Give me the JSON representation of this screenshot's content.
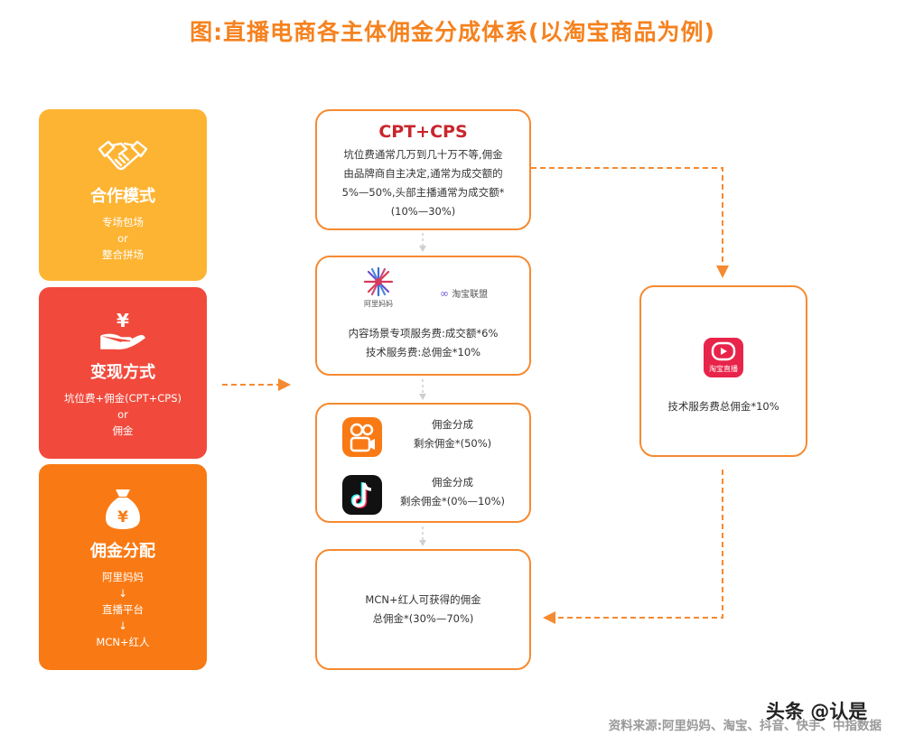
{
  "title": "图:直播电商各主体佣金分成体系(以淘宝商品为例)",
  "left_cards": [
    {
      "heading": "合作模式",
      "lines": [
        "专场包场",
        "or",
        "整合拼场"
      ],
      "icon": "handshake-icon"
    },
    {
      "heading": "变现方式",
      "lines": [
        "坑位费+佣金(CPT+CPS)",
        "or",
        "佣金"
      ],
      "icon": "money-hand-icon"
    },
    {
      "heading": "佣金分配",
      "lines": [
        "阿里妈妈",
        "↓",
        "直播平台",
        "↓",
        "MCN+红人"
      ],
      "icon": "money-bag-icon"
    }
  ],
  "box1": {
    "heading": "CPT+CPS",
    "lines": [
      "坑位费通常几万到几十万不等,佣金",
      "由品牌商自主决定,通常为成交额的",
      "5%—50%,头部主播通常为成交额*",
      "(10%—30%)"
    ]
  },
  "box2": {
    "logo1": "阿里妈妈",
    "logo2": "淘宝联盟",
    "lines": [
      "内容场景专项服务费:成交额*6%",
      "技术服务费:总佣金*10%"
    ]
  },
  "box3": {
    "rows": [
      {
        "logo": "kuaishou-logo",
        "lines": [
          "佣金分成",
          "剩余佣金*(50%)"
        ]
      },
      {
        "logo": "douyin-logo",
        "lines": [
          "佣金分成",
          "剩余佣金*(0%—10%)"
        ]
      }
    ]
  },
  "box4": {
    "lines": [
      "MCN+红人可获得的佣金",
      "总佣金*(30%—70%)"
    ]
  },
  "box5": {
    "logo_text": "淘宝直播",
    "text": "技术服务费总佣金*10%"
  },
  "source": "资料来源:阿里妈妈、淘宝、抖音、快手、中指数据",
  "watermark": "头条 @认是",
  "colors": {
    "title": "#f5821f",
    "card1": "#fdb433",
    "card2": "#f14a3c",
    "card3": "#f97a14",
    "border": "#f58a31",
    "cpt": "#c8262c"
  }
}
